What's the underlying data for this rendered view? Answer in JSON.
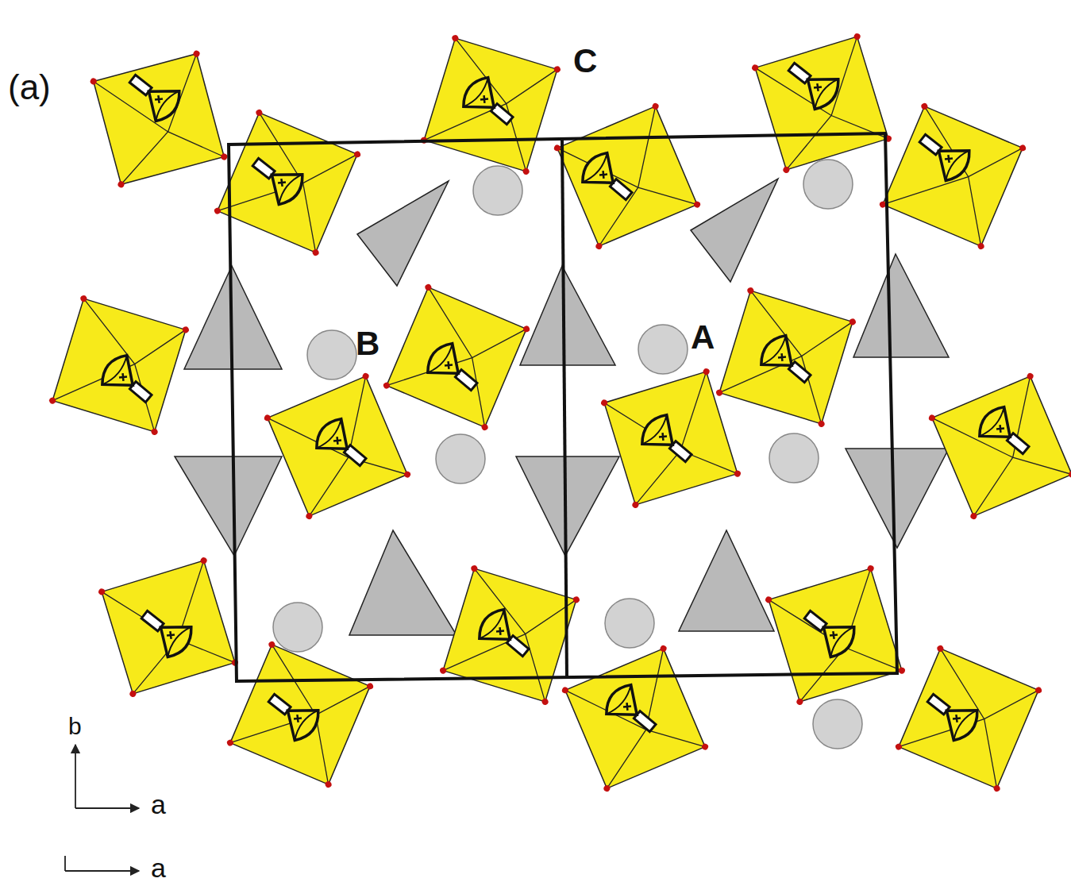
{
  "diagram": {
    "labels": [
      "(a)",
      "C",
      "B",
      "A",
      "b",
      "a",
      "a"
    ]
  }
}
